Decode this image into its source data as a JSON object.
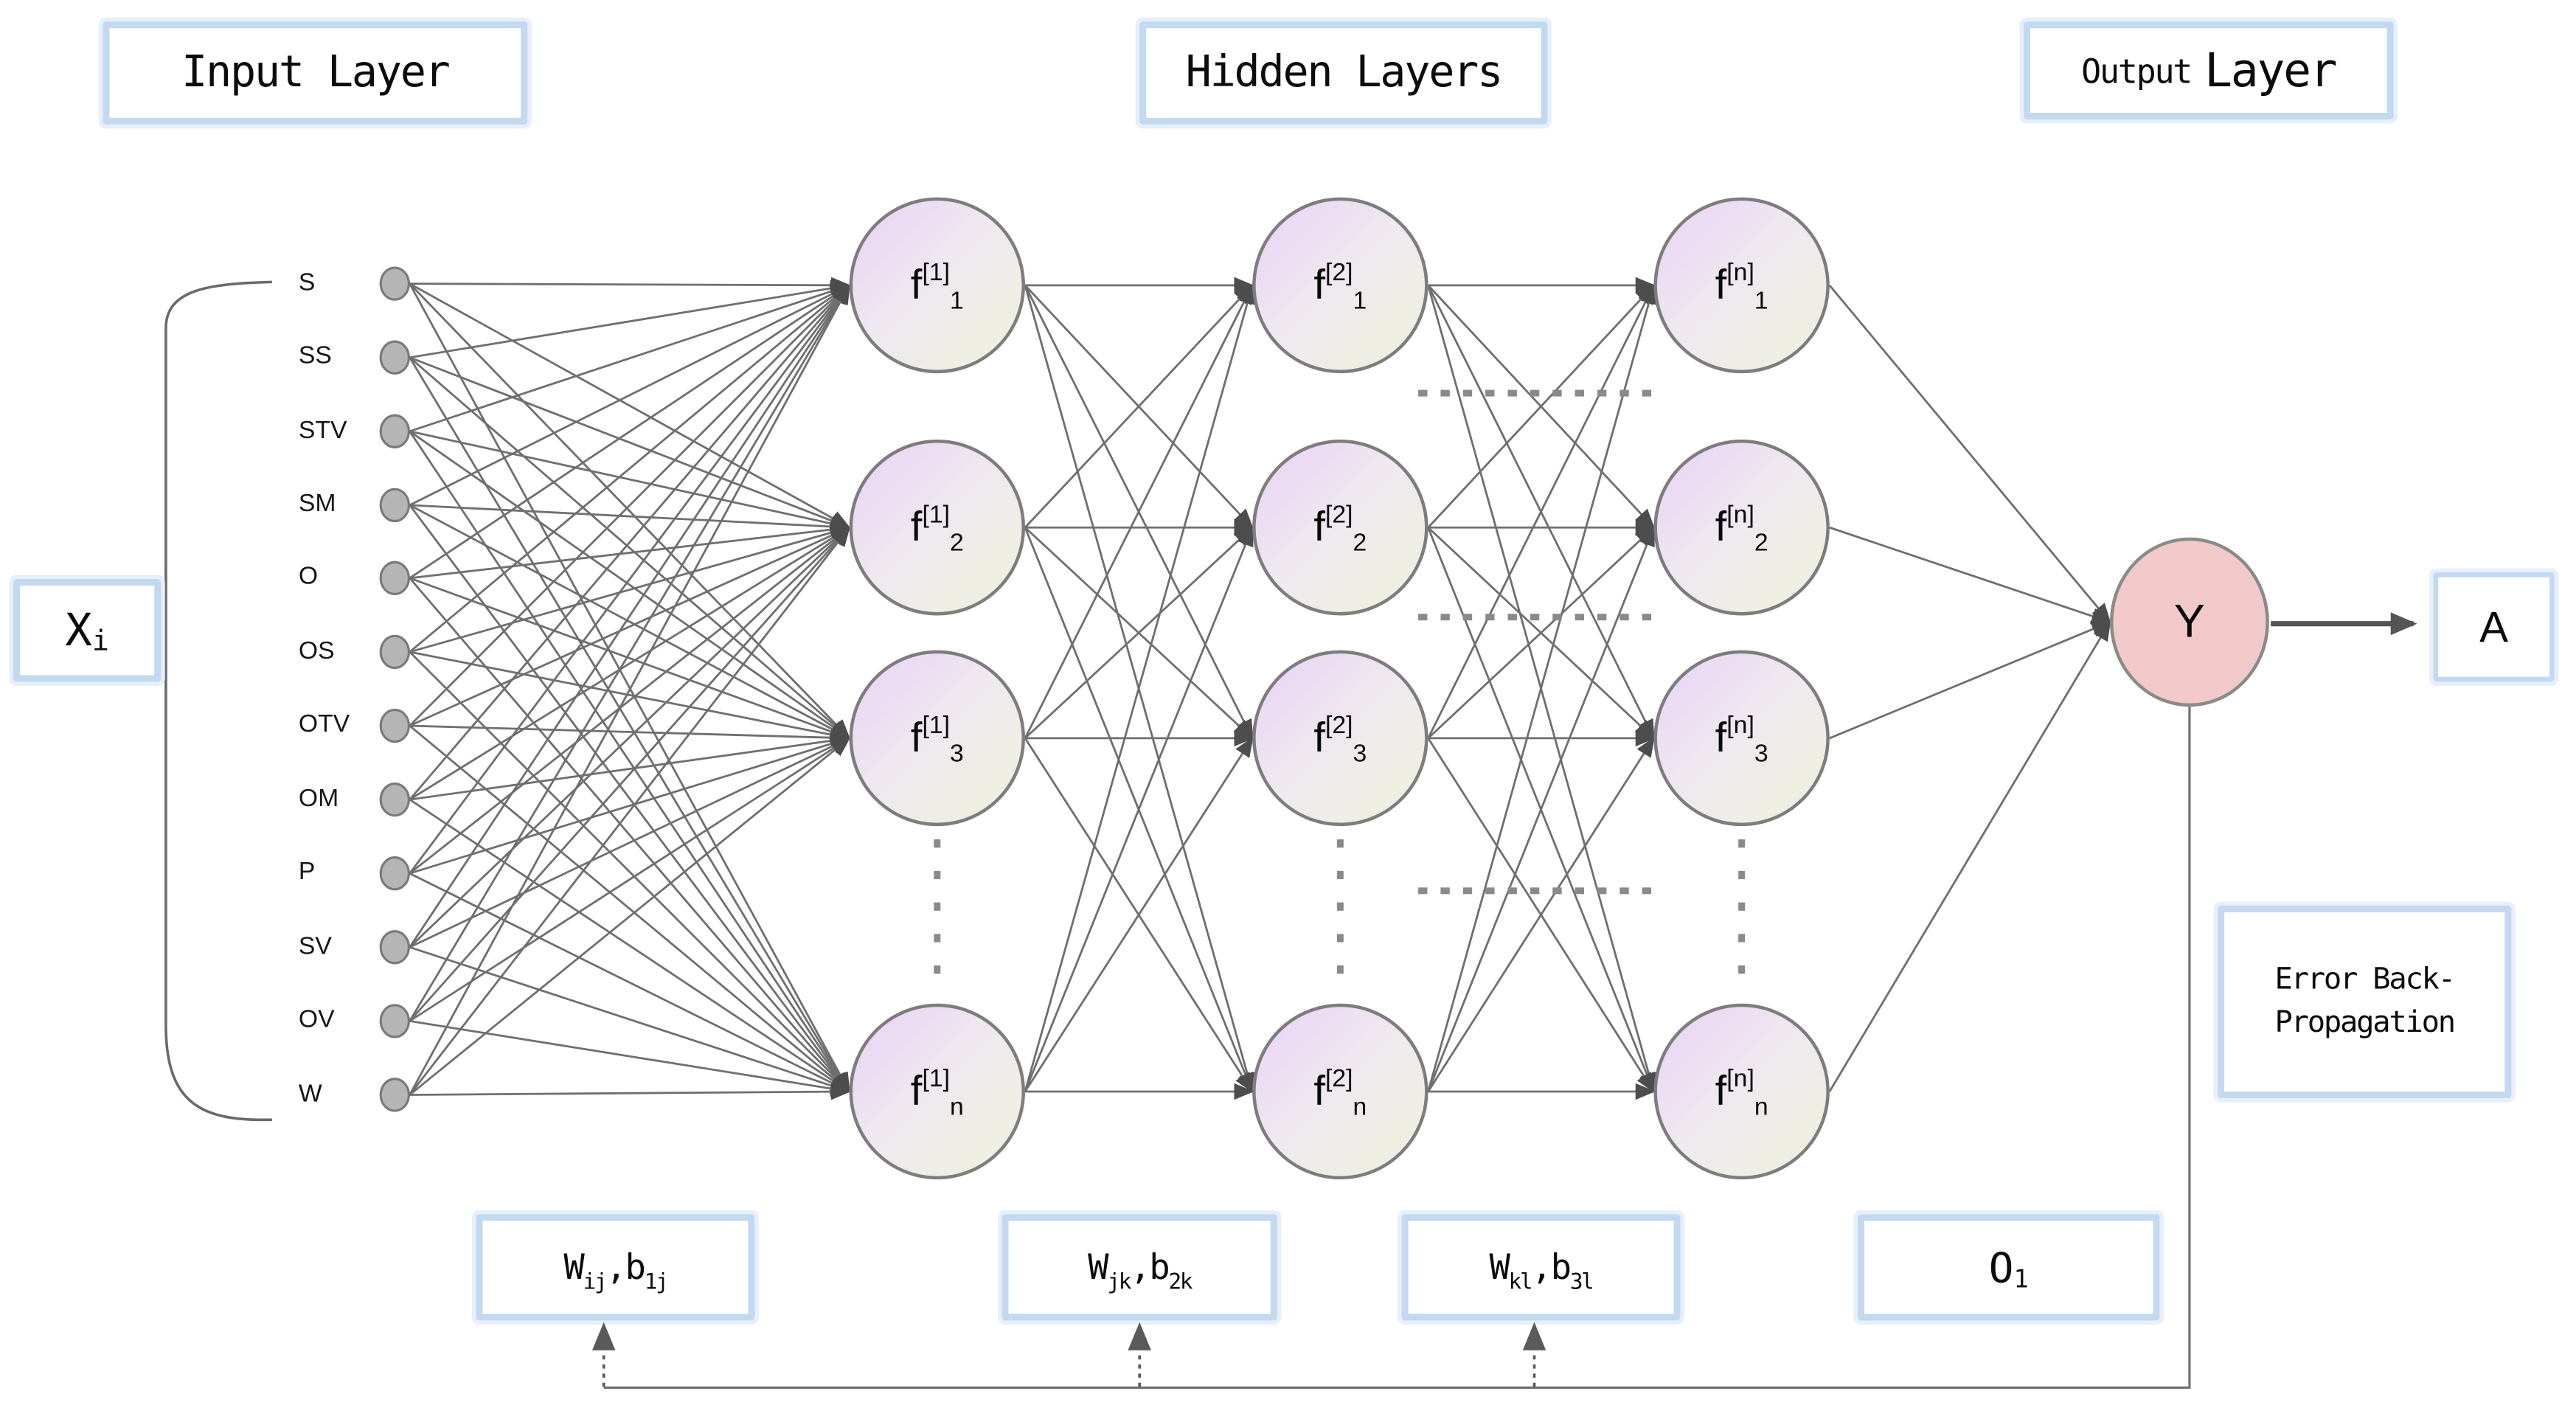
{
  "title_boxes": {
    "input": "Input Layer",
    "hidden": "Hidden Layers",
    "output_word1": "Output",
    "output_word2": "Layer"
  },
  "input_group": {
    "base": "X",
    "sub": "i"
  },
  "inputs": [
    "S",
    "SS",
    "STV",
    "SM",
    "O",
    "OS",
    "OTV",
    "OM",
    "P",
    "SV",
    "OV",
    "W"
  ],
  "network": {
    "columns": [
      {
        "nodes": [
          {
            "base": "f",
            "sup": "[1]",
            "sub": "1"
          },
          {
            "base": "f",
            "sup": "[1]",
            "sub": "2"
          },
          {
            "base": "f",
            "sup": "[1]",
            "sub": "3"
          },
          {
            "base": "f",
            "sup": "[1]",
            "sub": "n"
          }
        ]
      },
      {
        "nodes": [
          {
            "base": "f",
            "sup": "[2]",
            "sub": "1"
          },
          {
            "base": "f",
            "sup": "[2]",
            "sub": "2"
          },
          {
            "base": "f",
            "sup": "[2]",
            "sub": "3"
          },
          {
            "base": "f",
            "sup": "[2]",
            "sub": "n"
          }
        ]
      },
      {
        "nodes": [
          {
            "base": "f",
            "sup": "[n]",
            "sub": "1"
          },
          {
            "base": "f",
            "sup": "[n]",
            "sub": "2"
          },
          {
            "base": "f",
            "sup": "[n]",
            "sub": "3"
          },
          {
            "base": "f",
            "sup": "[n]",
            "sub": "n"
          }
        ]
      }
    ]
  },
  "output": {
    "node": "Y",
    "result": "A"
  },
  "bottom_boxes": [
    {
      "w": "W",
      "w_sub": "ij",
      "comma": ",",
      "b": "b",
      "b_sub": "1j"
    },
    {
      "w": "W",
      "w_sub": "jk",
      "comma": ",",
      "b": "b",
      "b_sub": "2k"
    },
    {
      "w": "W",
      "w_sub": "kl",
      "comma": ",",
      "b": "b",
      "b_sub": "3l"
    }
  ],
  "output_box": {
    "base": "O",
    "sub": "1"
  },
  "backprop": {
    "line1": "Error Back-",
    "line2": "Propagation"
  },
  "colors": {
    "box_border": "#c3d9ef",
    "box_glow": "#e6effa",
    "node_from": "#e9d2f6",
    "node_mid": "#efe9ef",
    "node_to": "#edf2dc",
    "node_border": "#7d7d7d",
    "y_fill": "#f2c9c9",
    "y_border": "#8a8a8a",
    "line": "#6f6f6f",
    "arrow": "#4d4d4d",
    "dot_fill": "#b5b5b5",
    "dot_border": "#7a7a7a",
    "text": "#111111"
  }
}
